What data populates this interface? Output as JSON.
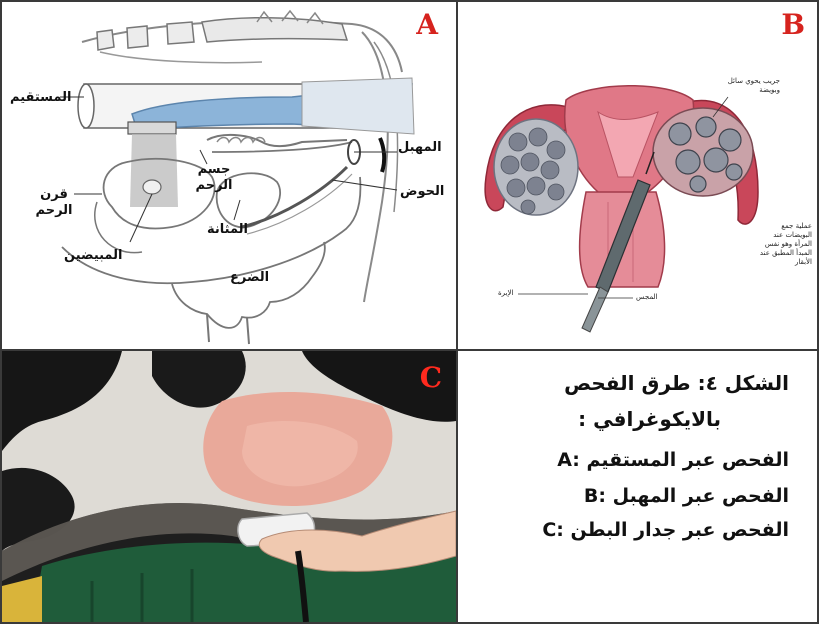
{
  "figure": {
    "panel_a": {
      "letter": "A",
      "labels": {
        "rectum": "المستقيم",
        "vagina": "المهبل",
        "pelvis": "الحوض",
        "uterus_body": "جسم الرحم",
        "uterine_horn": "قرن الرحم",
        "bladder": "المثانة",
        "ovary": "المبيضين",
        "udder": "الضرع"
      }
    },
    "panel_b": {
      "letter": "B",
      "labels": {
        "follicle": "جريب يحوي سائل وبويضة",
        "process": "عملية جمع البويضات عند المرأة وهو نفس المبدأ المطبق عند الأبقار",
        "needle": "الإبرة",
        "probe": "المجس"
      }
    },
    "panel_c": {
      "letter": "C"
    },
    "caption": {
      "title_line1": "الشكل ٤: طرق الفحص",
      "title_line2": "بالايكوغرافي :",
      "items": [
        "A: الفحص عبر المستقيم",
        "B: الفحص عبر المهبل",
        "C: الفحص عبر جدار البطن"
      ]
    }
  }
}
